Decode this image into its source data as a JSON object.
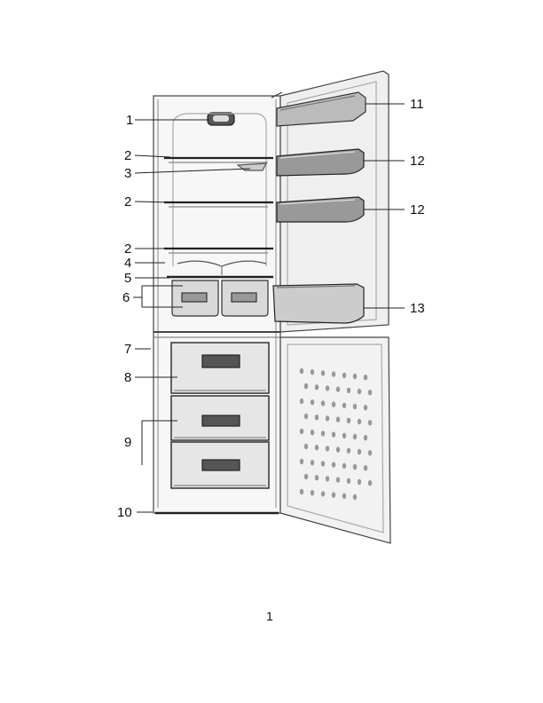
{
  "labels": {
    "l1": "1",
    "l2a": "2",
    "l3": "3",
    "l2b": "2",
    "l2c": "2",
    "l4": "4",
    "l5": "5",
    "l6": "6",
    "l7": "7",
    "l8": "8",
    "l9": "9",
    "l10": "10",
    "l11": "11",
    "l12a": "12",
    "l12b": "12",
    "l13": "13"
  },
  "page_number": "1"
}
